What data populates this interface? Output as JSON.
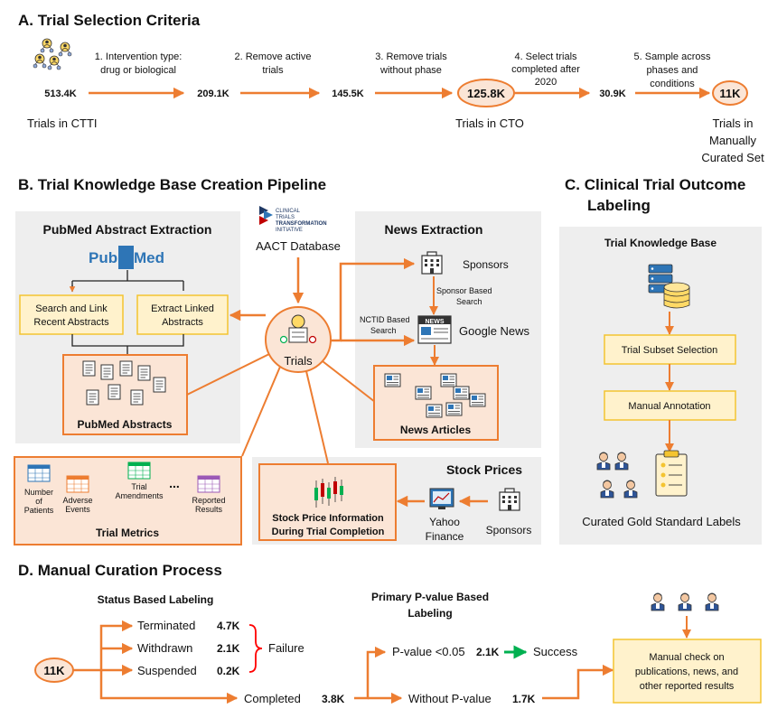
{
  "section_a": {
    "title": "A. Trial Selection Criteria",
    "steps": [
      {
        "l1": "1. Intervention type:",
        "l2": "drug or biological"
      },
      {
        "l1": "2. Remove active",
        "l2": "trials"
      },
      {
        "l1": "3. Remove trials",
        "l2": "without phase"
      },
      {
        "l1": "4. Select trials",
        "l2": "completed after",
        "l3": "2020"
      },
      {
        "l1": "5. Sample across",
        "l2": "phases and",
        "l3": "conditions"
      }
    ],
    "counts": [
      "513.4K",
      "209.1K",
      "145.5K",
      "125.8K",
      "30.9K",
      "11K"
    ],
    "labels": {
      "ctti": "Trials in CTTI",
      "cto": "Trials in CTO",
      "curated_l1": "Trials in",
      "curated_l2": "Manually",
      "curated_l3": "Curated Set"
    }
  },
  "section_b": {
    "title": "B. Trial Knowledge Base Creation Pipeline",
    "pubmed": {
      "title": "PubMed Abstract Extraction",
      "logo_pub": "Pub",
      "logo_med": "Med",
      "search_l1": "Search and Link",
      "search_l2": "Recent Abstracts",
      "extract_l1": "Extract Linked",
      "extract_l2": "Abstracts",
      "abstracts": "PubMed Abstracts"
    },
    "aact": {
      "logo_l1": "CLINICAL",
      "logo_l2": "TRIALS",
      "logo_l3": "TRANSFORMATION",
      "logo_l4": "INITIATIVE",
      "label": "AACT Database"
    },
    "trials": "Trials",
    "news": {
      "title": "News Extraction",
      "sponsors": "Sponsors",
      "sponsor_search_l1": "Sponsor Based",
      "sponsor_search_l2": "Search",
      "nctid_l1": "NCTID Based",
      "nctid_l2": "Search",
      "google": "Google News",
      "news_icon": "NEWS",
      "articles": "News Articles"
    },
    "metrics": {
      "title": "Trial Metrics",
      "m1_l1": "Number",
      "m1_l2": "of",
      "m1_l3": "Patients",
      "m2_l1": "Adverse",
      "m2_l2": "Events",
      "m3_l1": "Trial",
      "m3_l2": "Amendments",
      "dots": "...",
      "m4_l1": "Reported",
      "m4_l2": "Results"
    },
    "stock": {
      "title": "Stock Prices",
      "info_l1": "Stock Price Information",
      "info_l2": "During Trial Completion",
      "yahoo_l1": "Yahoo",
      "yahoo_l2": "Finance",
      "sponsors": "Sponsors"
    }
  },
  "section_c": {
    "title_l1": "C. Clinical Trial Outcome",
    "title_l2": "Labeling",
    "kb": "Trial Knowledge Base",
    "subset": "Trial Subset Selection",
    "annotation": "Manual Annotation",
    "gold": "Curated Gold Standard Labels"
  },
  "section_d": {
    "title": "D. Manual Curation Process",
    "status_title": "Status Based Labeling",
    "pvalue_l1": "Primary P-value Based",
    "pvalue_l2": "Labeling",
    "start": "11K",
    "terminated": "Terminated",
    "terminated_n": "4.7K",
    "withdrawn": "Withdrawn",
    "withdrawn_n": "2.1K",
    "suspended": "Suspended",
    "suspended_n": "0.2K",
    "failure": "Failure",
    "completed": "Completed",
    "completed_n": "3.8K",
    "p_lt": "P-value <0.05",
    "p_lt_n": "2.1K",
    "success": "Success",
    "no_p": "Without P-value",
    "no_p_n": "1.7K",
    "manual_l1": "Manual check on",
    "manual_l2": "publications, news, and",
    "manual_l3": "other reported results"
  },
  "colors": {
    "orange": "#ED7D31",
    "light_orange": "#FBE5D6",
    "yellow_fill": "#FFF2CC",
    "yellow_border": "#F4C430",
    "gray_panel": "#EEEEEE",
    "green": "#00B050",
    "red": "#FF0000"
  }
}
